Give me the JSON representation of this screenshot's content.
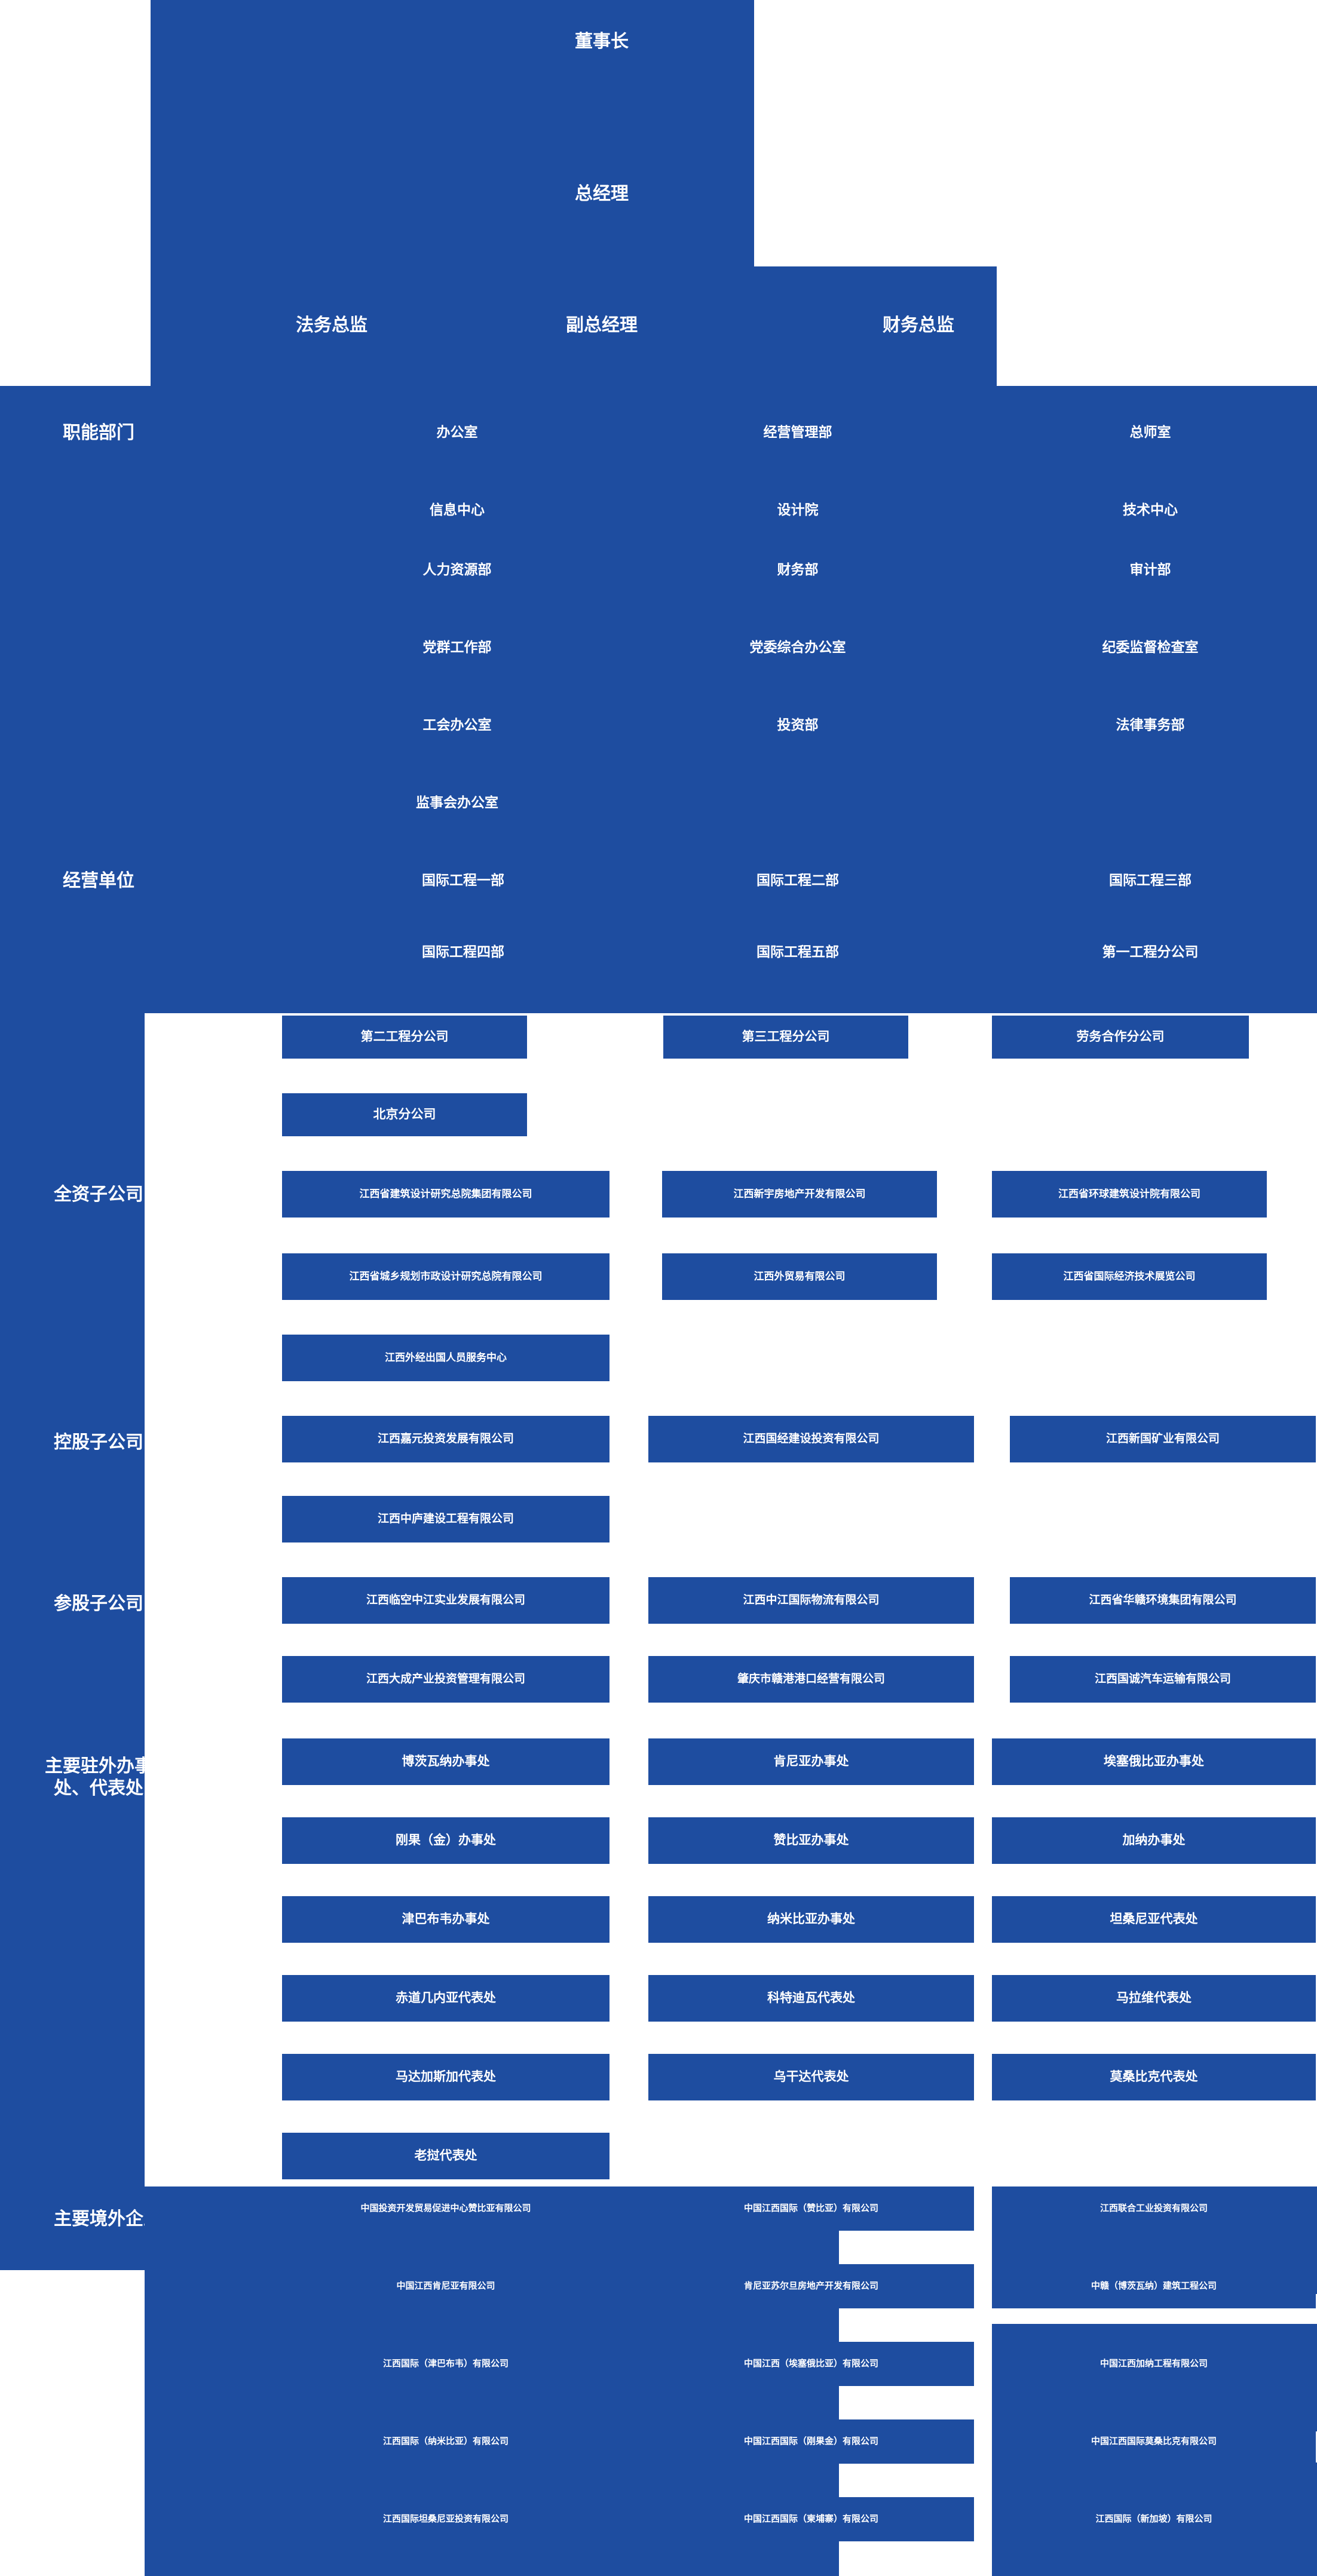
{
  "meta": {
    "accent_color": "#1e4da0",
    "text_color": "#ffffff",
    "background": "#ffffff"
  },
  "executives": {
    "chairman": "董事长",
    "general_manager": "总经理",
    "legal_director": "法务总监",
    "deputy_general_manager": "副总经理",
    "finance_director": "财务总监"
  },
  "sections": [
    {
      "label": "职能部门",
      "columns": [
        [
          "办公室",
          "信息中心",
          "人力资源部",
          "党群工作部",
          "工会办公室",
          "监事会办公室"
        ],
        [
          "经营管理部",
          "设计院",
          "财务部",
          "党委综合办公室",
          "投资部"
        ],
        [
          "总师室",
          "技术中心",
          "审计部",
          "纪委监督检查室",
          "法律事务部"
        ]
      ]
    },
    {
      "label": "经营单位",
      "columns": [
        [
          "国际工程一部",
          "国际工程四部",
          "第二工程分公司",
          "北京分公司"
        ],
        [
          "国际工程二部",
          "国际工程五部",
          "第三工程分公司"
        ],
        [
          "国际工程三部",
          "第一工程分公司",
          "劳务合作分公司"
        ]
      ]
    },
    {
      "label": "全资子公司",
      "columns": [
        [
          "江西省建筑设计研究总院集团有限公司",
          "江西省城乡规划市政设计研究总院有限公司",
          "江西外经出国人员服务中心"
        ],
        [
          "江西新宇房地产开发有限公司",
          "江西外贸易有限公司"
        ],
        [
          "江西省环球建筑设计院有限公司",
          "江西省国际经济技术展览公司"
        ]
      ]
    },
    {
      "label": "控股子公司",
      "columns": [
        [
          "江西嘉元投资发展有限公司",
          "江西中庐建设工程有限公司"
        ],
        [
          "江西国经建设投资有限公司"
        ],
        [
          "江西新国矿业有限公司"
        ]
      ]
    },
    {
      "label": "参股子公司",
      "columns": [
        [
          "江西临空中江实业发展有限公司",
          "江西大成产业投资管理有限公司"
        ],
        [
          "江西中江国际物流有限公司",
          "肇庆市赣港港口经营有限公司"
        ],
        [
          "江西省华赣环境集团有限公司",
          "江西国诚汽车运输有限公司"
        ]
      ]
    },
    {
      "label": "主要驻外办事处、代表处",
      "columns": [
        [
          "博茨瓦纳办事处",
          "刚果（金）办事处",
          "津巴布韦办事处",
          "赤道几内亚代表处",
          "马达加斯加代表处",
          "老挝代表处"
        ],
        [
          "肯尼亚办事处",
          "赞比亚办事处",
          "纳米比亚办事处",
          "科特迪瓦代表处",
          "乌干达代表处"
        ],
        [
          "埃塞俄比亚办事处",
          "加纳办事处",
          "坦桑尼亚代表处",
          "马拉维代表处",
          "莫桑比克代表处"
        ]
      ]
    },
    {
      "label": "主要境外企业",
      "columns": [
        [
          "中国投资开发贸易促进中心赞比亚有限公司",
          "中国江西肯尼亚有限公司",
          "江西国际（津巴布韦）有限公司",
          "江西国际（纳米比亚）有限公司",
          "江西国际坦桑尼亚投资有限公司"
        ],
        [
          "中国江西国际（赞比亚）有限公司",
          "肯尼亚苏尔旦房地产开发有限公司",
          "中国江西（埃塞俄比亚）有限公司",
          "中国江西国际（刚果金）有限公司",
          "中国江西国际（柬埔寨）有限公司"
        ],
        [
          "江西联合工业投资有限公司",
          "中赣（博茨瓦纳）建筑工程公司",
          "中国江西加纳工程有限公司",
          "中国江西国际莫桑比克有限公司",
          "江西国际（新加坡）有限公司"
        ]
      ]
    }
  ]
}
